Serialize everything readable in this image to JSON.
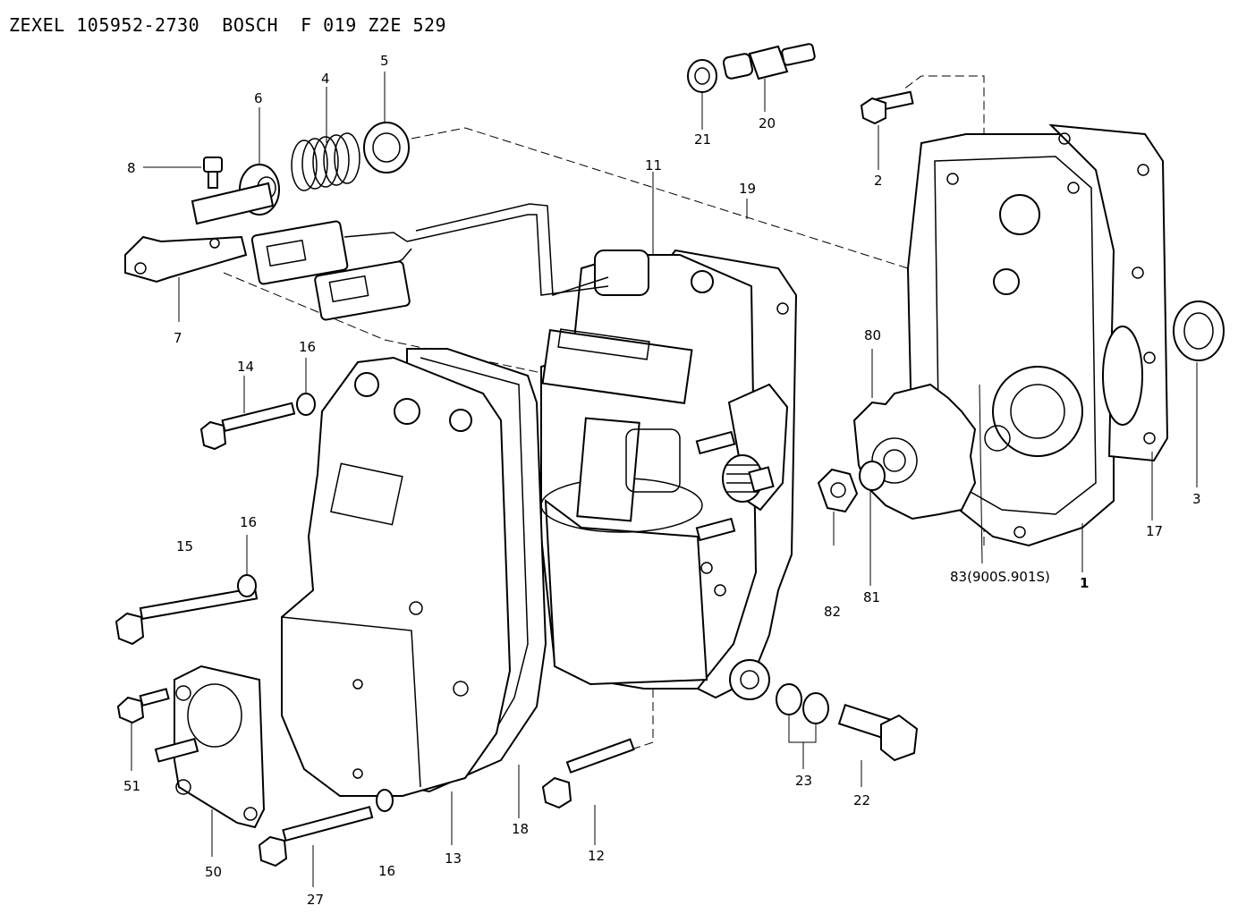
{
  "header": {
    "title": "ZEXEL 105952-2730  BOSCH  F 019 Z2E 529"
  },
  "callouts": {
    "c1": "1",
    "c2": "2",
    "c3": "3",
    "c4": "4",
    "c5": "5",
    "c6": "6",
    "c7": "7",
    "c8": "8",
    "c11": "11",
    "c12": "12",
    "c13": "13",
    "c14": "14",
    "c15": "15",
    "c16a": "16",
    "c16b": "16",
    "c16c": "16",
    "c17": "17",
    "c18": "18",
    "c19": "19",
    "c20": "20",
    "c21": "21",
    "c22": "22",
    "c23": "23",
    "c27": "27",
    "c50": "50",
    "c51": "51",
    "c80": "80",
    "c81": "81",
    "c82": "82",
    "c83": "83(900S.901S)"
  }
}
